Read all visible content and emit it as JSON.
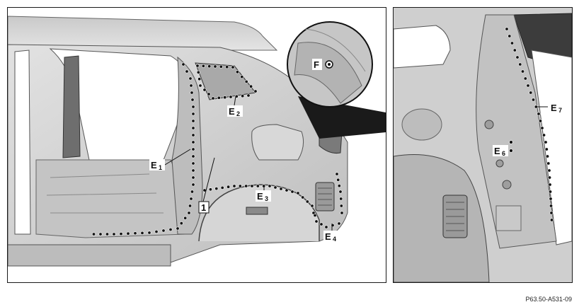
{
  "callouts": {
    "e1": {
      "letter": "E",
      "sub": "1"
    },
    "e2": {
      "letter": "E",
      "sub": "2"
    },
    "e3": {
      "letter": "E",
      "sub": "3"
    },
    "e4": {
      "letter": "E",
      "sub": "4"
    },
    "e6": {
      "letter": "E",
      "sub": "6"
    },
    "e7": {
      "letter": "E",
      "sub": "7"
    },
    "f": "F",
    "one": "1"
  },
  "reference_code": "P63.50-A531-09",
  "colors": {
    "body_panel": "#cfcfcf",
    "dark_part": "#555555",
    "spot_weld": "#111111",
    "label_box": "#ffffff"
  }
}
